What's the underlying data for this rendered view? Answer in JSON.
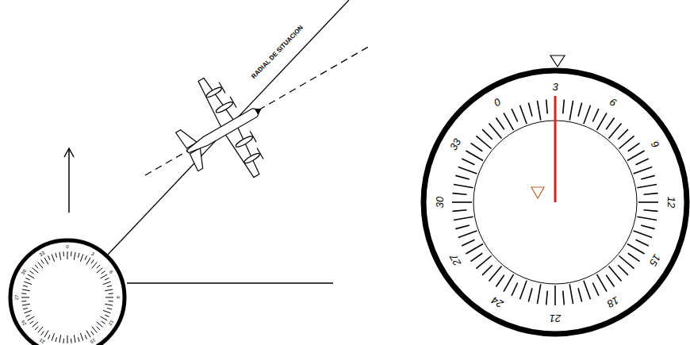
{
  "diagram": {
    "labels": [
      "RADIAL DE SITUACION",
      "0",
      "3",
      "6",
      "9",
      "12",
      "15",
      "18",
      "21",
      "24",
      "27",
      "30",
      "33",
      "0",
      "3",
      "6",
      "9",
      "12",
      "15",
      "18",
      "21",
      "24",
      "27",
      "30",
      "33"
    ]
  }
}
